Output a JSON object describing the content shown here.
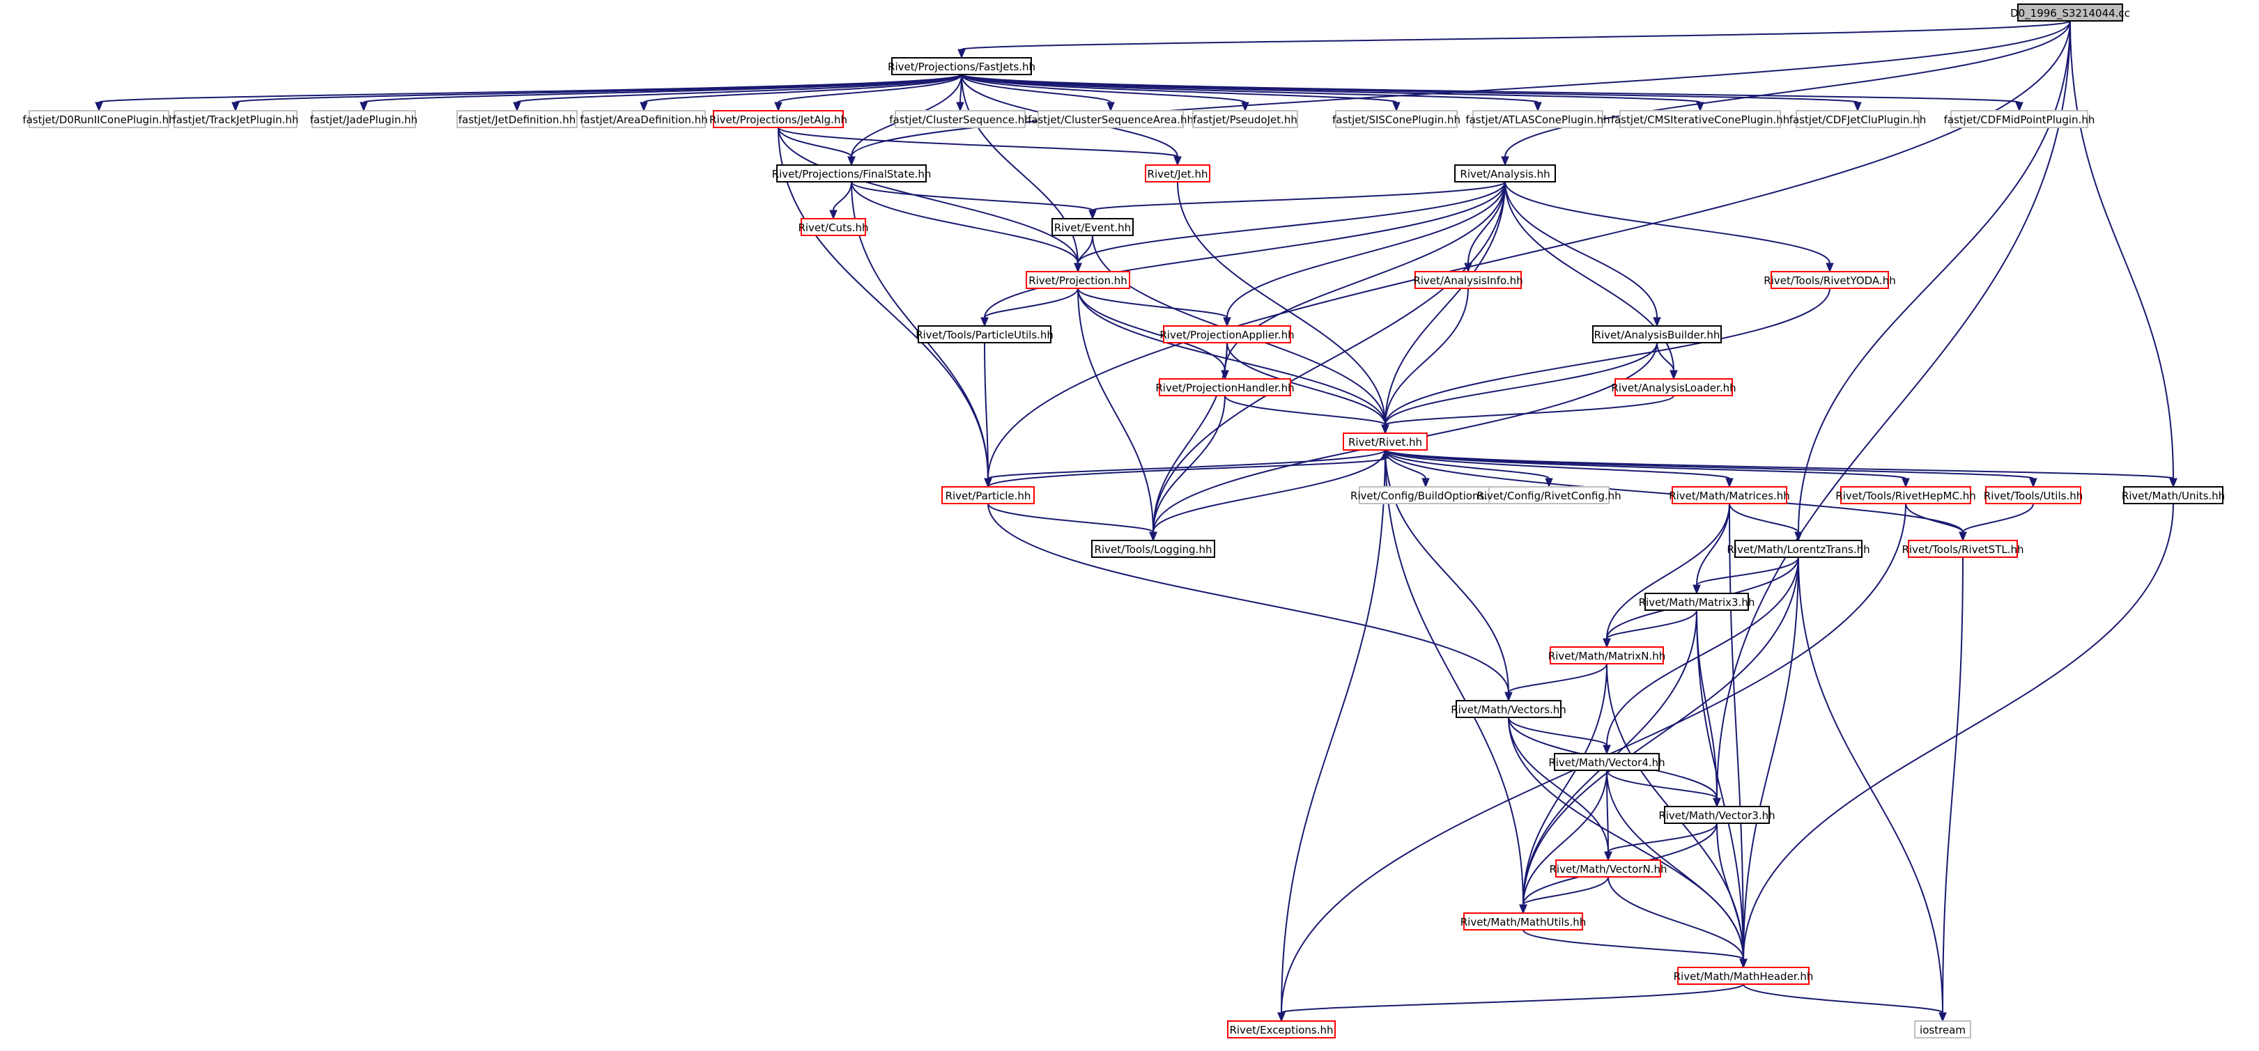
{
  "colors": {
    "edge": "#191970",
    "root_fill": "#bfbfbf",
    "border_documented": "#000000",
    "border_has_children_hidden": "#ff0000",
    "border_external": "#bfbfbf",
    "text_default": "#000000",
    "text_external": "#000000"
  },
  "nodes": [
    {
      "id": "root",
      "label": "D0_1996_S3214044.cc",
      "kind": "root"
    },
    {
      "id": "fastjets",
      "label": "Rivet/Projections/FastJets.hh",
      "kind": "documented"
    },
    {
      "id": "d0run",
      "label": "fastjet/D0RunIIConePlugin.hh",
      "kind": "external"
    },
    {
      "id": "trackjet",
      "label": "fastjet/TrackJetPlugin.hh",
      "kind": "external"
    },
    {
      "id": "jade",
      "label": "fastjet/JadePlugin.hh",
      "kind": "external"
    },
    {
      "id": "jetdef",
      "label": "fastjet/JetDefinition.hh",
      "kind": "external"
    },
    {
      "id": "areadef",
      "label": "fastjet/AreaDefinition.hh",
      "kind": "external"
    },
    {
      "id": "jetalg",
      "label": "Rivet/Projections/JetAlg.hh",
      "kind": "truncated"
    },
    {
      "id": "clusterseq",
      "label": "fastjet/ClusterSequence.hh",
      "kind": "external"
    },
    {
      "id": "clusterseqarea",
      "label": "fastjet/ClusterSequenceArea.hh",
      "kind": "external"
    },
    {
      "id": "pseudojet",
      "label": "fastjet/PseudoJet.hh",
      "kind": "external"
    },
    {
      "id": "siscone",
      "label": "fastjet/SISConePlugin.hh",
      "kind": "external"
    },
    {
      "id": "atlascone",
      "label": "fastjet/ATLASConePlugin.hh",
      "kind": "external"
    },
    {
      "id": "cmsiter",
      "label": "fastjet/CMSIterativeConePlugin.hh",
      "kind": "external"
    },
    {
      "id": "cdfjetclu",
      "label": "fastjet/CDFJetCluPlugin.hh",
      "kind": "external"
    },
    {
      "id": "cdfmid",
      "label": "fastjet/CDFMidPointPlugin.hh",
      "kind": "external"
    },
    {
      "id": "finalstate",
      "label": "Rivet/Projections/FinalState.hh",
      "kind": "documented"
    },
    {
      "id": "jet",
      "label": "Rivet/Jet.hh",
      "kind": "truncated"
    },
    {
      "id": "analysis",
      "label": "Rivet/Analysis.hh",
      "kind": "documented"
    },
    {
      "id": "cuts",
      "label": "Rivet/Cuts.hh",
      "kind": "truncated"
    },
    {
      "id": "event",
      "label": "Rivet/Event.hh",
      "kind": "documented"
    },
    {
      "id": "projection",
      "label": "Rivet/Projection.hh",
      "kind": "truncated"
    },
    {
      "id": "analysisinfo",
      "label": "Rivet/AnalysisInfo.hh",
      "kind": "truncated"
    },
    {
      "id": "rivetyoda",
      "label": "Rivet/Tools/RivetYODA.hh",
      "kind": "truncated"
    },
    {
      "id": "particleutils",
      "label": "Rivet/Tools/ParticleUtils.hh",
      "kind": "documented"
    },
    {
      "id": "projapplier",
      "label": "Rivet/ProjectionApplier.hh",
      "kind": "truncated"
    },
    {
      "id": "analysisbuilder",
      "label": "Rivet/AnalysisBuilder.hh",
      "kind": "documented"
    },
    {
      "id": "projhandler",
      "label": "Rivet/ProjectionHandler.hh",
      "kind": "truncated"
    },
    {
      "id": "analysisloader",
      "label": "Rivet/AnalysisLoader.hh",
      "kind": "truncated"
    },
    {
      "id": "rivet",
      "label": "Rivet/Rivet.hh",
      "kind": "truncated"
    },
    {
      "id": "particle",
      "label": "Rivet/Particle.hh",
      "kind": "truncated"
    },
    {
      "id": "buildoptions",
      "label": "Rivet/Config/BuildOptions.hh",
      "kind": "external"
    },
    {
      "id": "rivetconfig",
      "label": "Rivet/Config/RivetConfig.hh",
      "kind": "external"
    },
    {
      "id": "matrices",
      "label": "Rivet/Math/Matrices.hh",
      "kind": "truncated"
    },
    {
      "id": "rivethepmc",
      "label": "Rivet/Tools/RivetHepMC.hh",
      "kind": "truncated"
    },
    {
      "id": "utils",
      "label": "Rivet/Tools/Utils.hh",
      "kind": "truncated"
    },
    {
      "id": "units",
      "label": "Rivet/Math/Units.hh",
      "kind": "documented"
    },
    {
      "id": "logging",
      "label": "Rivet/Tools/Logging.hh",
      "kind": "documented"
    },
    {
      "id": "lorentz",
      "label": "Rivet/Math/LorentzTrans.hh",
      "kind": "documented"
    },
    {
      "id": "rivetstl",
      "label": "Rivet/Tools/RivetSTL.hh",
      "kind": "truncated"
    },
    {
      "id": "matrix3",
      "label": "Rivet/Math/Matrix3.hh",
      "kind": "documented"
    },
    {
      "id": "matrixn",
      "label": "Rivet/Math/MatrixN.hh",
      "kind": "truncated"
    },
    {
      "id": "vectors",
      "label": "Rivet/Math/Vectors.hh",
      "kind": "documented"
    },
    {
      "id": "vector4",
      "label": "Rivet/Math/Vector4.hh",
      "kind": "documented"
    },
    {
      "id": "vector3",
      "label": "Rivet/Math/Vector3.hh",
      "kind": "documented"
    },
    {
      "id": "vectorn",
      "label": "Rivet/Math/VectorN.hh",
      "kind": "truncated"
    },
    {
      "id": "mathutils",
      "label": "Rivet/Math/MathUtils.hh",
      "kind": "truncated"
    },
    {
      "id": "mathheader",
      "label": "Rivet/Math/MathHeader.hh",
      "kind": "truncated"
    },
    {
      "id": "exceptions",
      "label": "Rivet/Exceptions.hh",
      "kind": "truncated"
    },
    {
      "id": "iostream",
      "label": "iostream",
      "kind": "external"
    }
  ],
  "edges": [
    [
      "root",
      "fastjets"
    ],
    [
      "root",
      "finalstate"
    ],
    [
      "root",
      "analysis"
    ],
    [
      "root",
      "particle"
    ],
    [
      "root",
      "units"
    ],
    [
      "root",
      "lorentz"
    ],
    [
      "root",
      "vector3"
    ],
    [
      "fastjets",
      "d0run"
    ],
    [
      "fastjets",
      "trackjet"
    ],
    [
      "fastjets",
      "jade"
    ],
    [
      "fastjets",
      "jetdef"
    ],
    [
      "fastjets",
      "areadef"
    ],
    [
      "fastjets",
      "jetalg"
    ],
    [
      "fastjets",
      "clusterseq"
    ],
    [
      "fastjets",
      "clusterseqarea"
    ],
    [
      "fastjets",
      "pseudojet"
    ],
    [
      "fastjets",
      "siscone"
    ],
    [
      "fastjets",
      "atlascone"
    ],
    [
      "fastjets",
      "cmsiter"
    ],
    [
      "fastjets",
      "cdfjetclu"
    ],
    [
      "fastjets",
      "cdfmid"
    ],
    [
      "fastjets",
      "finalstate"
    ],
    [
      "fastjets",
      "jet"
    ],
    [
      "fastjets",
      "projection"
    ],
    [
      "jetalg",
      "finalstate"
    ],
    [
      "jetalg",
      "jet"
    ],
    [
      "jetalg",
      "projection"
    ],
    [
      "jetalg",
      "particle"
    ],
    [
      "finalstate",
      "cuts"
    ],
    [
      "finalstate",
      "event"
    ],
    [
      "finalstate",
      "projection"
    ],
    [
      "finalstate",
      "particle"
    ],
    [
      "jet",
      "rivet"
    ],
    [
      "analysis",
      "event"
    ],
    [
      "analysis",
      "projection"
    ],
    [
      "analysis",
      "analysisinfo"
    ],
    [
      "analysis",
      "rivetyoda"
    ],
    [
      "analysis",
      "projapplier"
    ],
    [
      "analysis",
      "analysisbuilder"
    ],
    [
      "analysis",
      "projhandler"
    ],
    [
      "analysis",
      "analysisloader"
    ],
    [
      "analysis",
      "rivet"
    ],
    [
      "analysis",
      "logging"
    ],
    [
      "analysis",
      "particleutils"
    ],
    [
      "event",
      "projection"
    ],
    [
      "event",
      "rivet"
    ],
    [
      "projection",
      "particleutils"
    ],
    [
      "projection",
      "projapplier"
    ],
    [
      "projection",
      "projhandler"
    ],
    [
      "projection",
      "rivet"
    ],
    [
      "projection",
      "logging"
    ],
    [
      "analysisinfo",
      "rivet"
    ],
    [
      "rivetyoda",
      "rivet"
    ],
    [
      "particleutils",
      "particle"
    ],
    [
      "projapplier",
      "projhandler"
    ],
    [
      "projapplier",
      "rivet"
    ],
    [
      "projapplier",
      "logging"
    ],
    [
      "analysisbuilder",
      "analysisloader"
    ],
    [
      "analysisbuilder",
      "rivet"
    ],
    [
      "analysisbuilder",
      "logging"
    ],
    [
      "projhandler",
      "rivet"
    ],
    [
      "projhandler",
      "logging"
    ],
    [
      "analysisloader",
      "rivet"
    ],
    [
      "rivet",
      "particle"
    ],
    [
      "rivet",
      "buildoptions"
    ],
    [
      "rivet",
      "rivetconfig"
    ],
    [
      "rivet",
      "matrices"
    ],
    [
      "rivet",
      "rivethepmc"
    ],
    [
      "rivet",
      "utils"
    ],
    [
      "rivet",
      "units"
    ],
    [
      "rivet",
      "logging"
    ],
    [
      "rivet",
      "rivetstl"
    ],
    [
      "rivet",
      "vectors"
    ],
    [
      "rivet",
      "mathutils"
    ],
    [
      "rivet",
      "exceptions"
    ],
    [
      "particle",
      "rivet"
    ],
    [
      "particle",
      "logging"
    ],
    [
      "particle",
      "vectors"
    ],
    [
      "matrices",
      "lorentz"
    ],
    [
      "matrices",
      "matrix3"
    ],
    [
      "matrices",
      "matrixn"
    ],
    [
      "matrices",
      "mathheader"
    ],
    [
      "rivethepmc",
      "rivetstl"
    ],
    [
      "rivethepmc",
      "exceptions"
    ],
    [
      "utils",
      "rivetstl"
    ],
    [
      "units",
      "mathheader"
    ],
    [
      "lorentz",
      "matrix3"
    ],
    [
      "lorentz",
      "matrixn"
    ],
    [
      "lorentz",
      "vector4"
    ],
    [
      "lorentz",
      "mathutils"
    ],
    [
      "lorentz",
      "mathheader"
    ],
    [
      "lorentz",
      "iostream"
    ],
    [
      "rivetstl",
      "iostream"
    ],
    [
      "matrix3",
      "matrixn"
    ],
    [
      "matrix3",
      "vector3"
    ],
    [
      "matrix3",
      "mathutils"
    ],
    [
      "matrix3",
      "mathheader"
    ],
    [
      "matrixn",
      "vectors"
    ],
    [
      "matrixn",
      "mathutils"
    ],
    [
      "matrixn",
      "mathheader"
    ],
    [
      "vectors",
      "vector4"
    ],
    [
      "vectors",
      "vector3"
    ],
    [
      "vectors",
      "vectorn"
    ],
    [
      "vectors",
      "mathheader"
    ],
    [
      "vector4",
      "vector3"
    ],
    [
      "vector4",
      "vectorn"
    ],
    [
      "vector4",
      "mathutils"
    ],
    [
      "vector4",
      "mathheader"
    ],
    [
      "vector3",
      "vectorn"
    ],
    [
      "vector3",
      "mathutils"
    ],
    [
      "vector3",
      "mathheader"
    ],
    [
      "vectorn",
      "mathutils"
    ],
    [
      "vectorn",
      "mathheader"
    ],
    [
      "mathutils",
      "mathheader"
    ],
    [
      "mathheader",
      "exceptions"
    ],
    [
      "mathheader",
      "iostream"
    ]
  ]
}
